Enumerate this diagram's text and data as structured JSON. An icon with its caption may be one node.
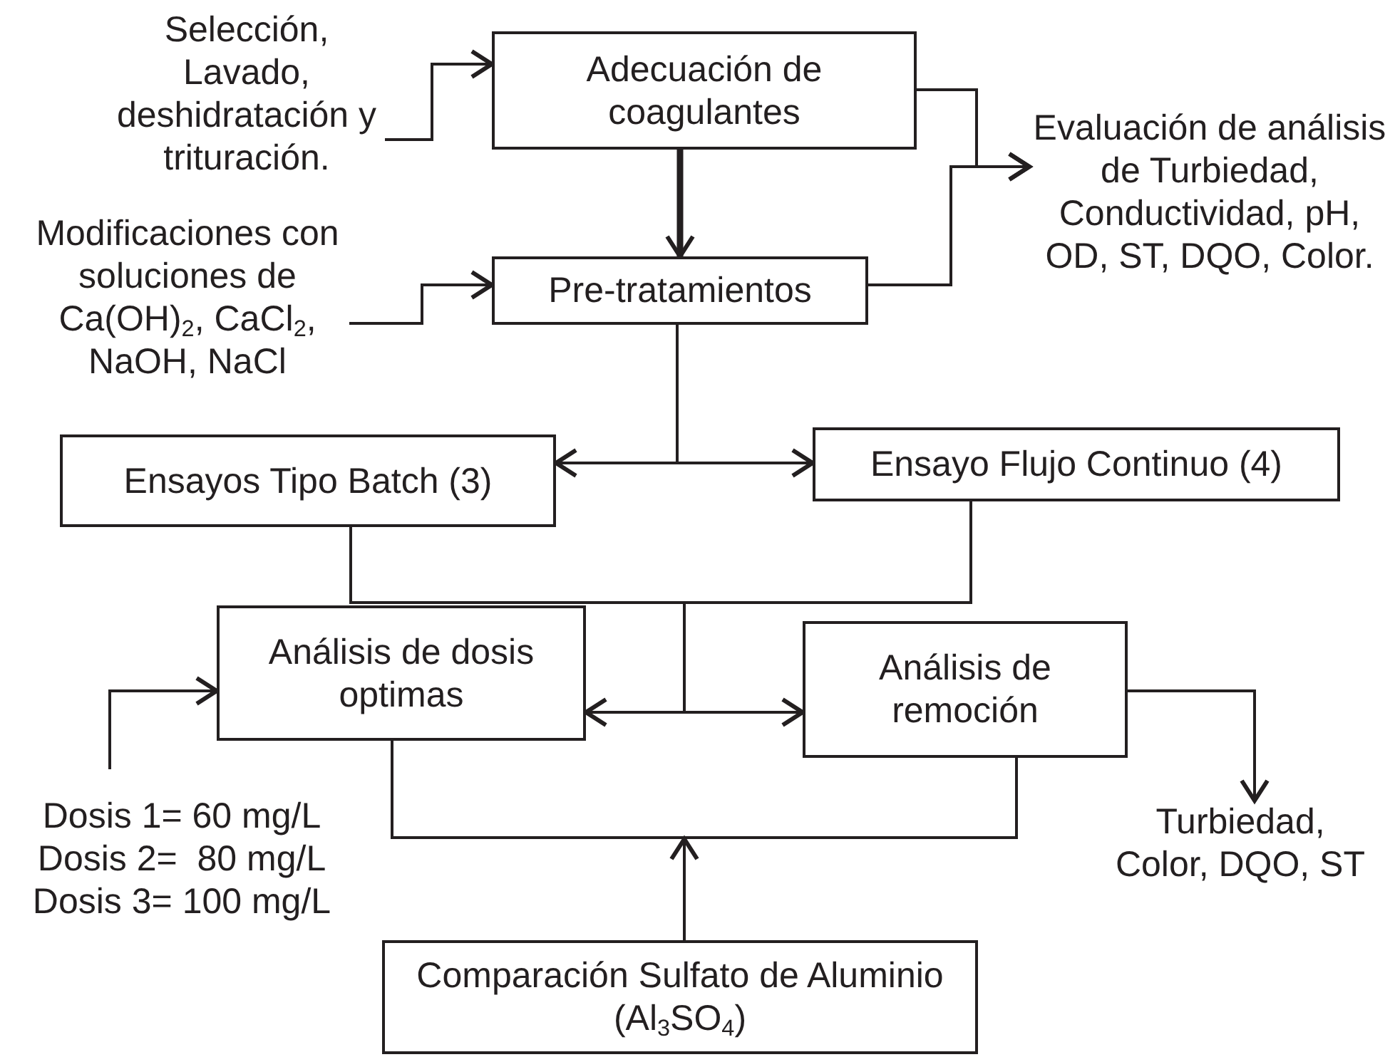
{
  "diagram": {
    "nodes": [
      {
        "text": [
          "Selección, Lavado, deshidratación y trituración."
        ]
      },
      {
        "text": [
          "Adecuación de coagulantes"
        ]
      },
      {
        "text": [
          "Evaluación de análisis de Turbiedad, Conductividad, pH, OD, ST, DQO, Color."
        ]
      },
      {
        "text": [
          "Modificaciones con soluciones de Ca(OH)$_{2}$, CaCl$_{2}$, NaOH, NaCl"
        ]
      },
      {
        "text": [
          "Pre-tratamientos"
        ]
      },
      {
        "text": [
          "Ensayos Tipo Batch (3)"
        ]
      },
      {
        "text": [
          "Ensayo Flujo Continuo (4)"
        ]
      },
      {
        "text": [
          "Análisis de dosis optimas"
        ]
      },
      {
        "text": [
          "Análisis de remoción"
        ]
      },
      {
        "text": [
          "Dosis 1= 60 mg/L Dosis 2=  80 mg/L Dosis 3= 100 mg/L"
        ]
      },
      {
        "text": [
          "Turbiedad, Color, DQO, ST"
        ]
      },
      {
        "text": [
          "Comparación Sulfato de Aluminio (Al$_{3}$SO$_{4}$)"
        ]
      }
    ],
    "edges": [
      {
        "from": 0,
        "to": 1,
        "arrow": "to"
      },
      {
        "from": 1,
        "to": 2,
        "arrow": "to"
      },
      {
        "from": 4,
        "to": 2,
        "arrow": "to"
      },
      {
        "from": 1,
        "to": 4,
        "arrow": "to",
        "style": "thick"
      },
      {
        "from": 3,
        "to": 4,
        "arrow": "to"
      },
      {
        "from": 4,
        "to": 5,
        "arrow": "to"
      },
      {
        "from": 4,
        "to": 6,
        "arrow": "to"
      },
      {
        "from": 5,
        "to": 7,
        "arrow": "to"
      },
      {
        "from": 5,
        "to": 8,
        "arrow": "to"
      },
      {
        "from": 6,
        "to": 7,
        "arrow": "to"
      },
      {
        "from": 6,
        "to": 8,
        "arrow": "to"
      },
      {
        "from": 9,
        "to": 7,
        "arrow": "to"
      },
      {
        "from": 8,
        "to": 10,
        "arrow": "to"
      },
      {
        "from": 7,
        "to": 8,
        "arrow": "none"
      },
      {
        "from": 11,
        "to": null,
        "arrow": "to"
      }
    ]
  }
}
